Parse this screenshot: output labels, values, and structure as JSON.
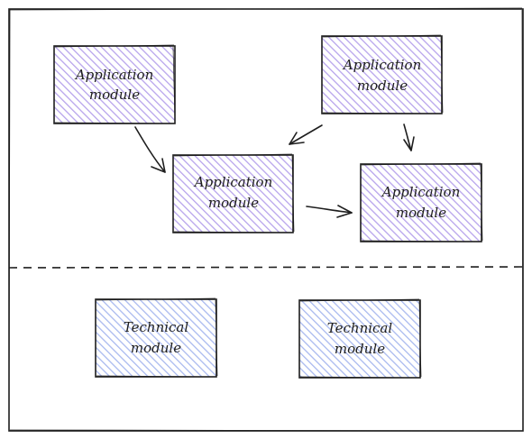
{
  "diagram": {
    "colors": {
      "stroke": "#1e1e1e",
      "application_fill": "#b7a4ec",
      "technical_fill": "#a9b9ef",
      "background": "#ffffff"
    },
    "application_modules": [
      {
        "id": "app1",
        "line1": "Application",
        "line2": "module"
      },
      {
        "id": "app2",
        "line1": "Application",
        "line2": "module"
      },
      {
        "id": "app3",
        "line1": "Application",
        "line2": "module"
      },
      {
        "id": "app4",
        "line1": "Application",
        "line2": "module"
      }
    ],
    "technical_modules": [
      {
        "id": "tech1",
        "line1": "Technical",
        "line2": "module"
      },
      {
        "id": "tech2",
        "line1": "Technical",
        "line2": "module"
      }
    ],
    "edges": [
      {
        "from": "app1",
        "to": "app3"
      },
      {
        "from": "app2",
        "to": "app3"
      },
      {
        "from": "app2",
        "to": "app4"
      },
      {
        "from": "app3",
        "to": "app4"
      }
    ]
  }
}
